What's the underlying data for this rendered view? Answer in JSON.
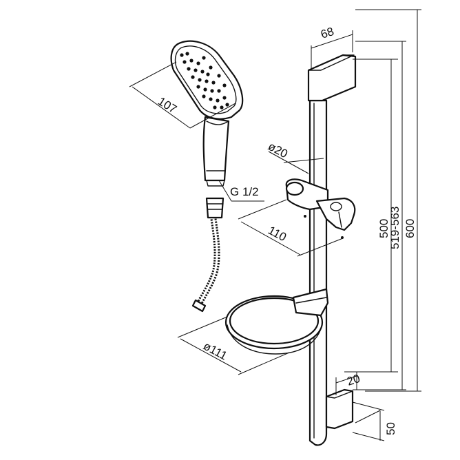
{
  "drawing": {
    "labels": {
      "handshower_width": "107",
      "slider_top_width": "68",
      "rail_diameter": "ø20",
      "thread": "G 1/2",
      "holder_depth": "110",
      "height_500": "500",
      "height_519_563": "519-563",
      "height_600": "600",
      "dish_diameter": "ø111",
      "bracket_width": "20",
      "bracket_depth": "50"
    }
  }
}
